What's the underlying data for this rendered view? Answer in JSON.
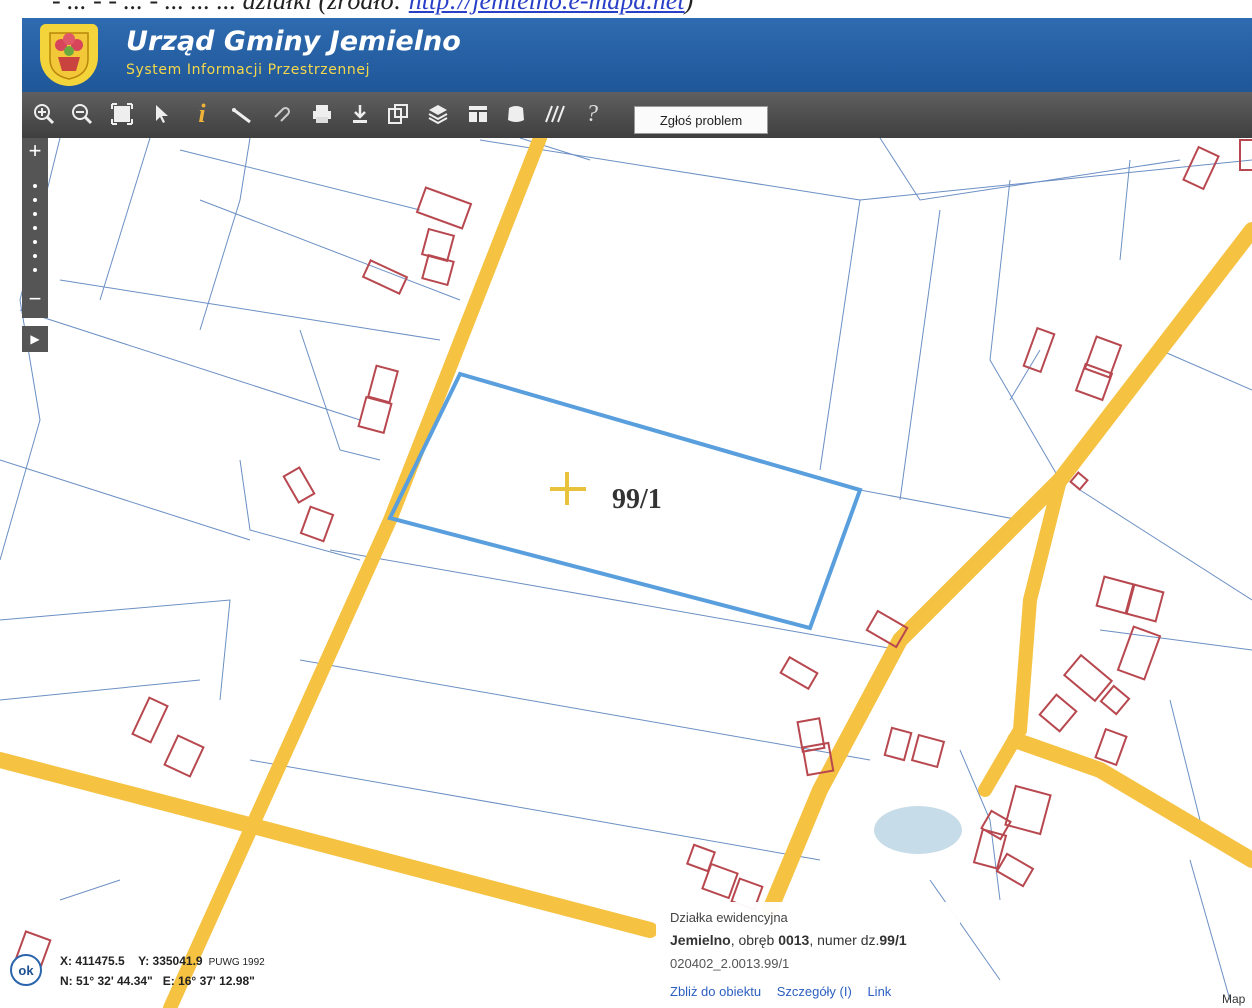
{
  "caption": {
    "text": "- ... - - ... - ... ... ... działki (źródło: ",
    "link": "http://jemielno.e-mapa.net",
    "suffix": ")"
  },
  "header": {
    "title": "Urząd Gminy Jemielno",
    "subtitle": "System Informacji Przestrzennej",
    "color": "#2b63a8"
  },
  "toolbar": {
    "tools": [
      "zoom-in-icon",
      "zoom-out-icon",
      "full-extent-icon",
      "select-pointer-icon",
      "info-icon",
      "measure-icon",
      "link-icon",
      "print-icon",
      "download-icon",
      "export-icon",
      "layers-icon",
      "legend-icon",
      "shape-icon",
      "hatch-icon",
      "help-icon"
    ],
    "report_button": "Zgłoś problem"
  },
  "map": {
    "parcel_label": "99/1",
    "road_color": "#f5c242",
    "parcel_outline_color": "#5a9fdd",
    "building_color": "#b8484f"
  },
  "popup": {
    "type_label": "Działka ewidencyjna",
    "place": "Jemielno",
    "precinct_prefix": ", obręb ",
    "precinct": "0013",
    "number_prefix": ", numer dz.",
    "number": "99/1",
    "id": "020402_2.0013.99/1",
    "links": [
      "Zbliż do obiektu",
      "Szczegóły (I)",
      "Link"
    ]
  },
  "coords": {
    "ok_label": "ok",
    "x": "X: 411475.5",
    "y": "Y: 335041.9",
    "projection": "PUWG 1992",
    "n": "N: 51° 32' 44.34\"",
    "e": "E: 16° 37' 12.98\""
  },
  "footer_text": "Map"
}
